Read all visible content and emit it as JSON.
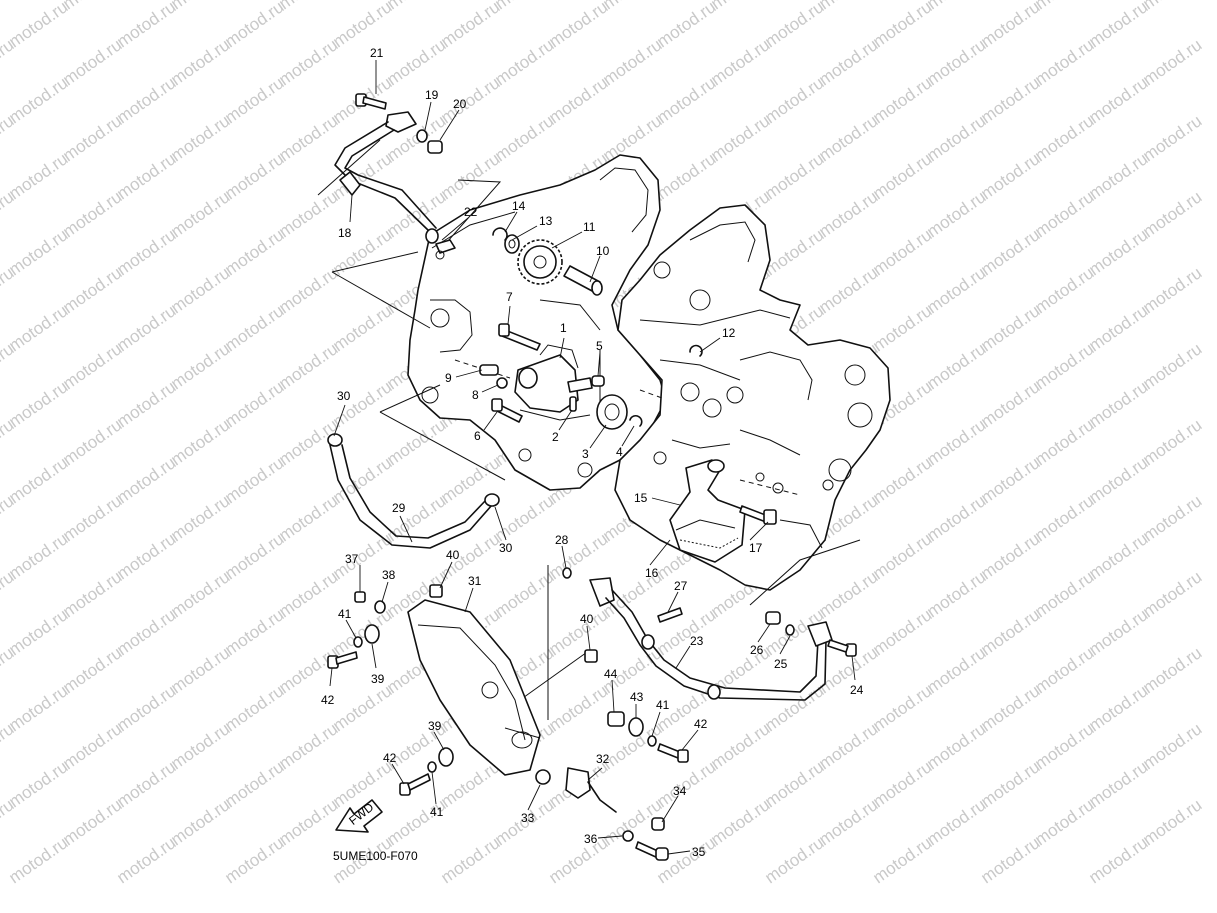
{
  "diagram": {
    "code": "5UME100-F070",
    "fwd_label": "FWD",
    "watermark": "motod.ru",
    "callouts": {
      "c1": "1",
      "c2": "2",
      "c3": "3",
      "c4": "4",
      "c5": "5",
      "c6": "6",
      "c7": "7",
      "c8": "8",
      "c9": "9",
      "c10": "10",
      "c11": "11",
      "c12": "12",
      "c13": "13",
      "c14": "14",
      "c15": "15",
      "c16": "16",
      "c17": "17",
      "c18": "18",
      "c19": "19",
      "c20": "20",
      "c21": "21",
      "c22": "22",
      "c23": "23",
      "c24": "24",
      "c25": "25",
      "c26": "26",
      "c27": "27",
      "c28": "28",
      "c29": "29",
      "c30a": "30",
      "c30b": "30",
      "c31": "31",
      "c32": "32",
      "c33": "33",
      "c34": "34",
      "c35": "35",
      "c36": "36",
      "c37": "37",
      "c38": "38",
      "c39a": "39",
      "c39b": "39",
      "c40a": "40",
      "c40b": "40",
      "c41a": "41",
      "c41b": "41",
      "c41c": "41",
      "c42a": "42",
      "c42b": "42",
      "c42c": "42",
      "c43": "43",
      "c44": "44"
    }
  }
}
